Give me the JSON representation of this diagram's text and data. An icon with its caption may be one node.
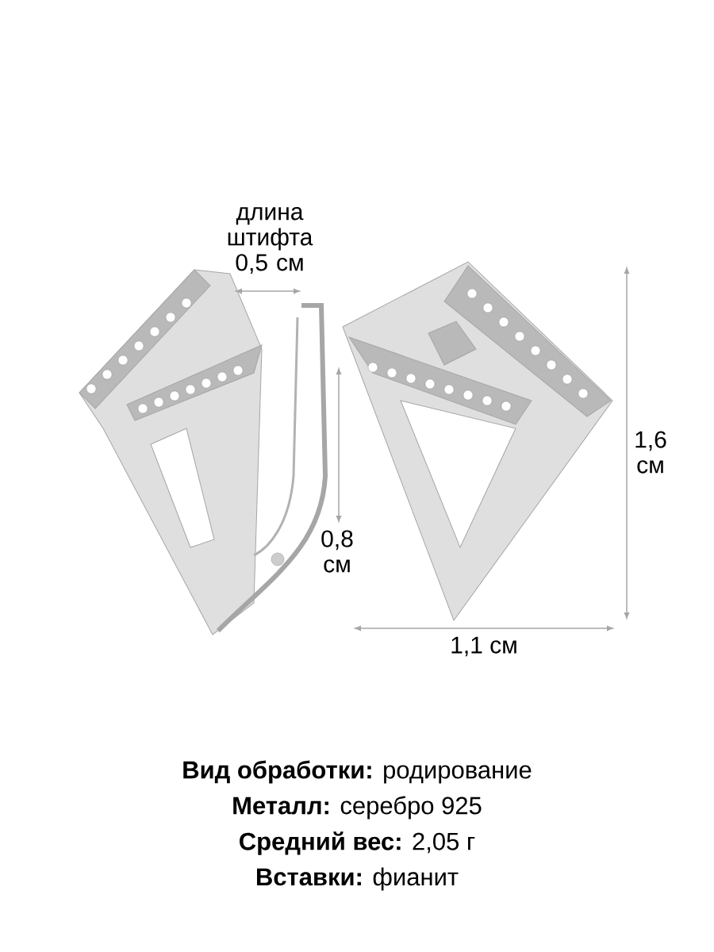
{
  "diagram": {
    "labels": [
      "длина штифта 0,5 см",
      "0,8 см",
      "1,6 см",
      "1,1 см",
      "**Вид обработки:** родирование",
      "**Металл:** серебро 925",
      "**Средний вес:** 2,05 г",
      "**Вставки:** фианит"
    ]
  }
}
